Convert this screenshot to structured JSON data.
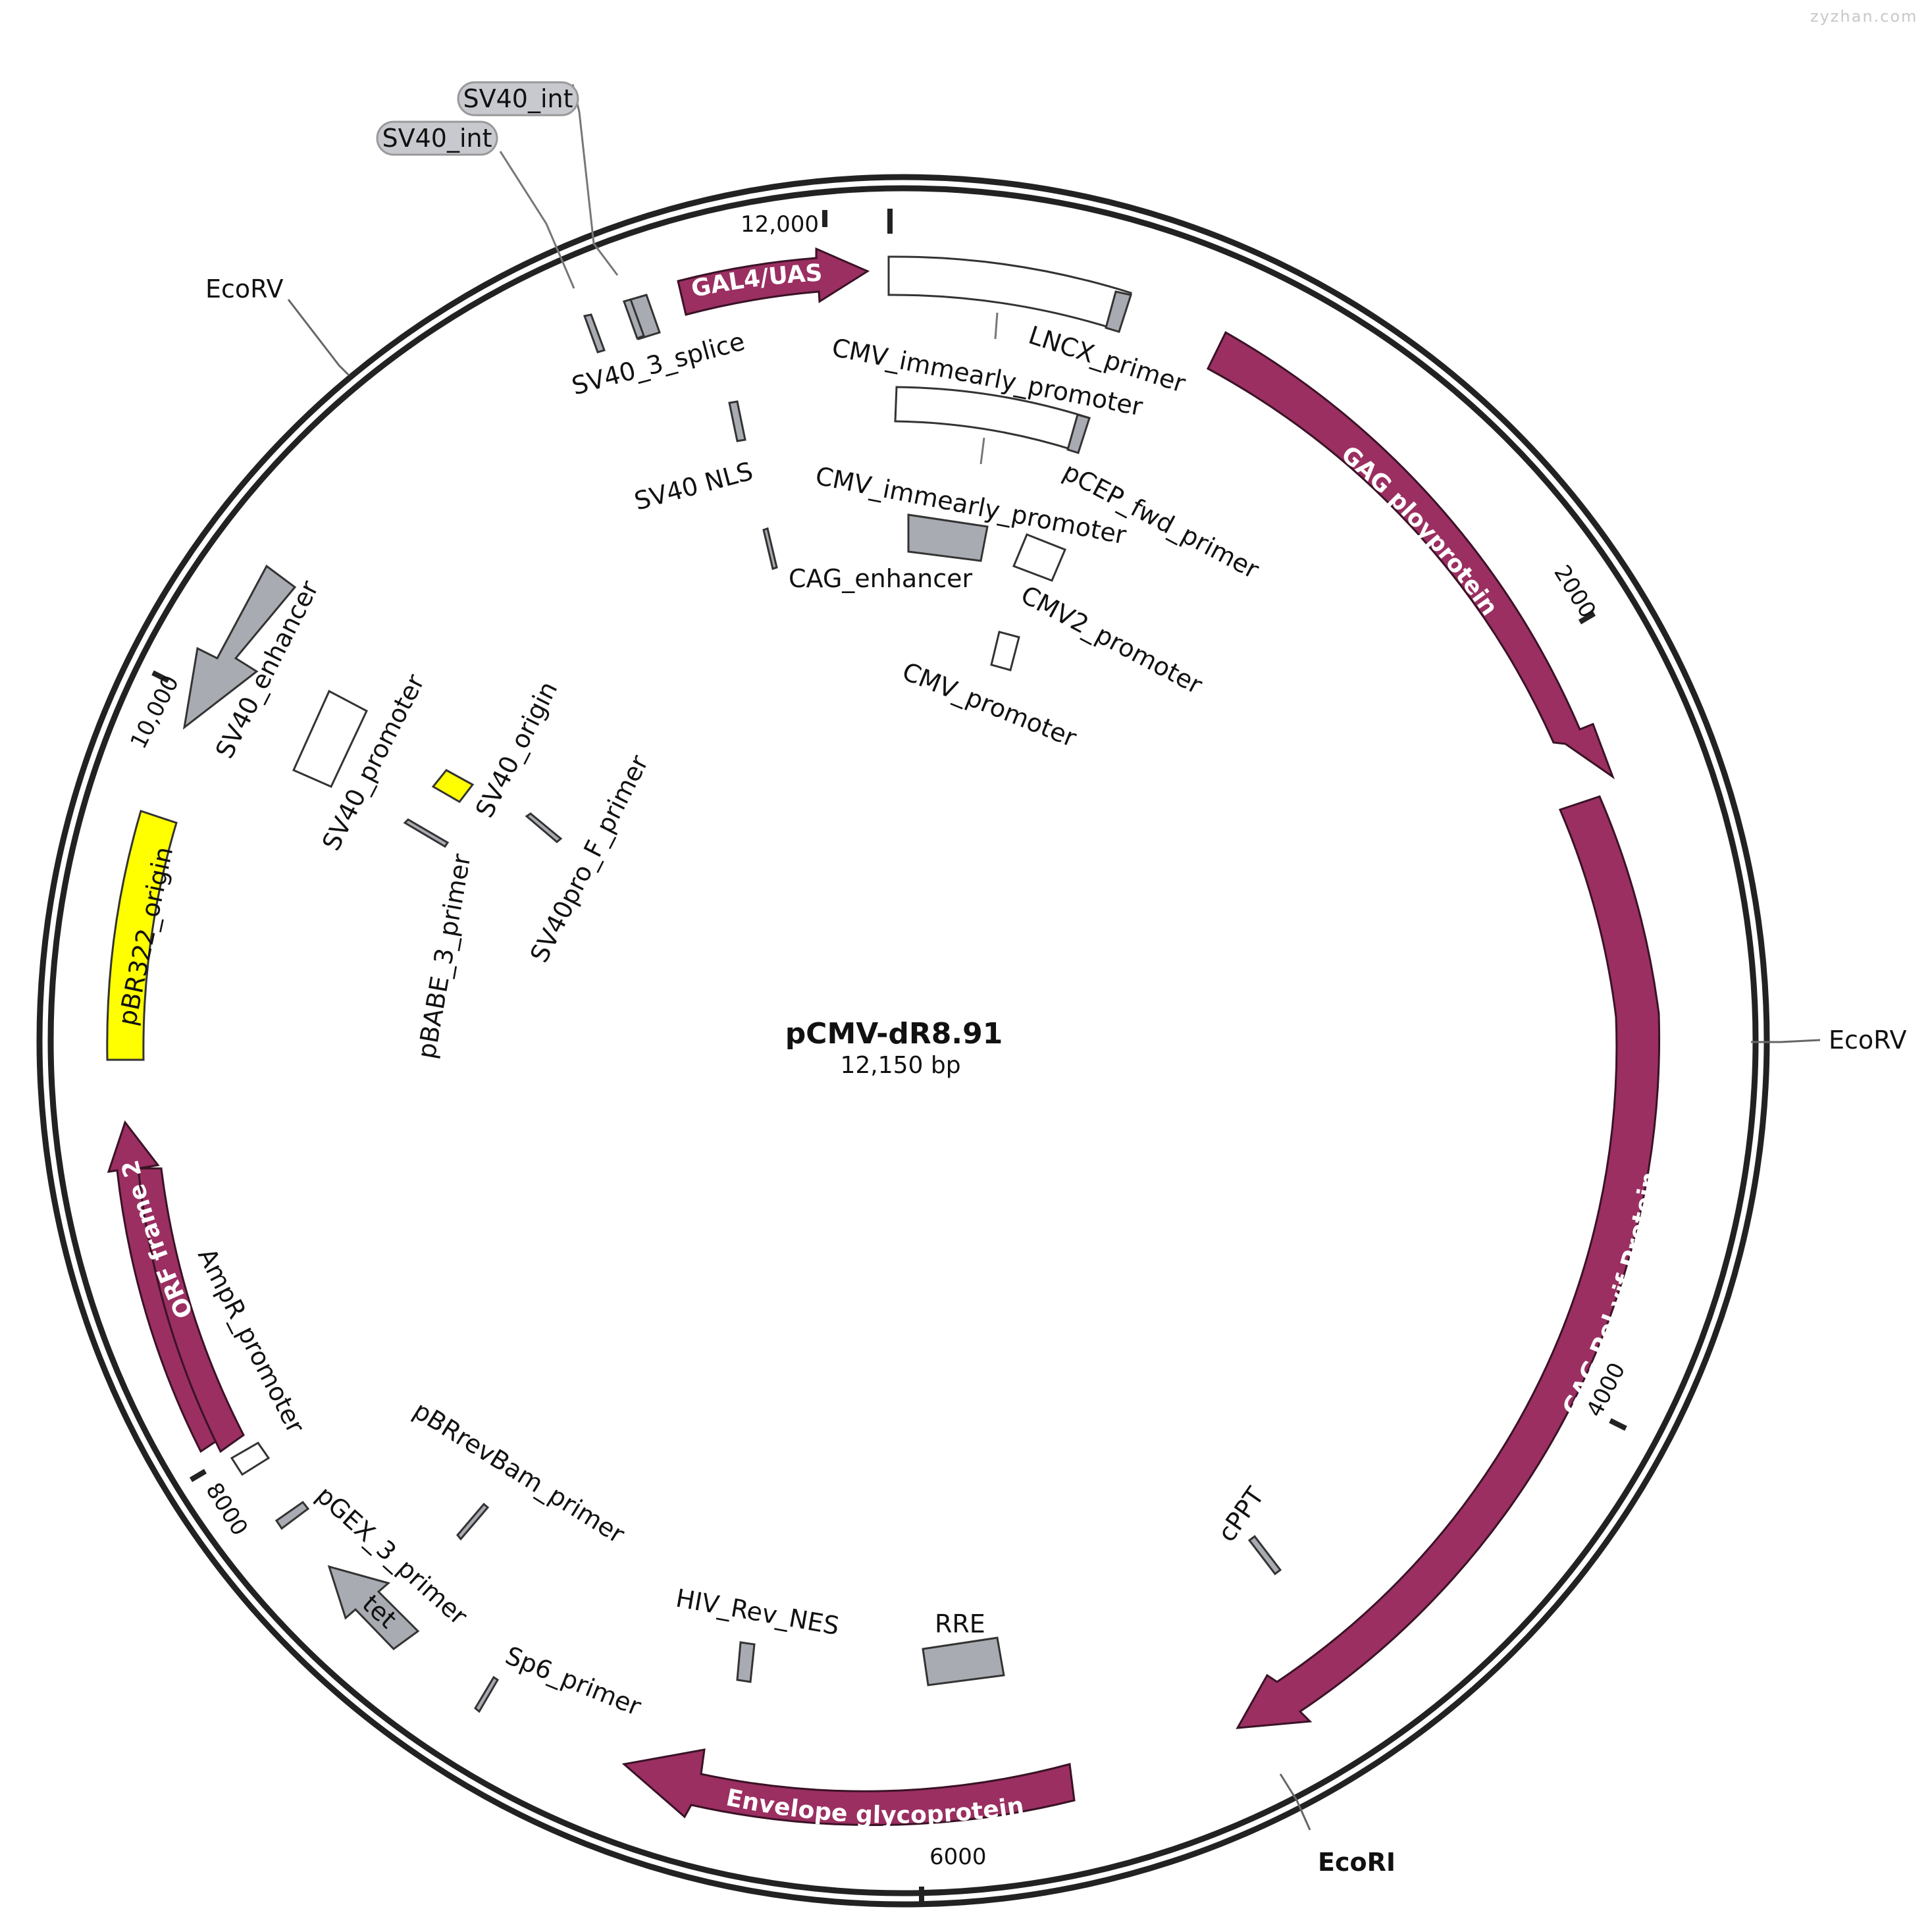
{
  "watermark": "zyzhan.com",
  "title": "pCMV-dR8.91",
  "length_label": "12,150 bp",
  "colors": {
    "feature_dark": "#9b2f61",
    "feature_grey": "#a8abb1",
    "feature_yellow": "#ffff00",
    "backbone": "#222222"
  },
  "ticks": [
    {
      "label": "12,000"
    },
    {
      "label": "2000"
    },
    {
      "label": "4000"
    },
    {
      "label": "6000"
    },
    {
      "label": "8000"
    },
    {
      "label": "10,000"
    }
  ],
  "features": {
    "gal4_uas": "GAL4/UAS",
    "gag_polyprotein": "GAG ployprotein",
    "gag_pol_vif": "GAG Pol  vif Protein",
    "envelope": "Envelope glycoprotein",
    "orf_frame_2": "ORF frame 2",
    "tet": "tet",
    "pbr322_origin": "pBR322_origin",
    "sv40_enhancer": "SV40_enhancer",
    "sv40_promoter": "SV40_promoter",
    "sv40_origin": "SV40_origin",
    "sv40pro_f_primer": "SV40pro_F_primer",
    "pbabe_3_primer": "pBABE_3_primer",
    "sv40_3_splice": "SV40_3_splice",
    "sv40_nls": "SV40 NLS",
    "cag_enhancer": "CAG_enhancer",
    "cmv_immearly_1": "CMV_immearly_promoter",
    "cmv_immearly_2": "CMV_immearly_promoter",
    "lncx_primer": "LNCX_primer",
    "pcep_fwd_primer": "pCEP_fwd_primer",
    "cmv2_promoter": "CMV2_promoter",
    "cmv_promoter": "CMV_promoter",
    "ampr_promoter": "AmpR_promoter",
    "pgex_3_primer": "pGEX_3_primer",
    "pbrrevbam_primer": "pBRrevBam_primer",
    "sp6_primer": "Sp6_primer",
    "hiv_rev_nes": "HIV_Rev_NES",
    "rre": "RRE",
    "cppt": "cPPT"
  },
  "callouts": {
    "sv40_int_1": "SV40_int",
    "sv40_int_2": "SV40_int"
  },
  "sites": {
    "ecorv_top_left": "EcoRV",
    "ecorv_right": "EcoRV",
    "ecori": "EcoRI"
  }
}
